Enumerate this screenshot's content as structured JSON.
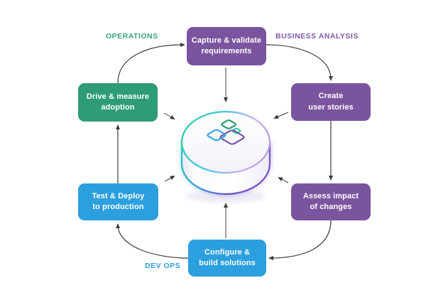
{
  "diagram": {
    "background": "#ffffff",
    "arrow_color": "#3C3C3C",
    "phase_labels": {
      "operations": {
        "text": "OPERATIONS",
        "color": "#36A482"
      },
      "business_analysis": {
        "text": "BUSINESS ANALYSIS",
        "color": "#7E5BA8"
      },
      "dev_ops": {
        "text": "DEV OPS",
        "color": "#2F9FE0"
      }
    },
    "nodes": {
      "capture": {
        "label": "Capture & validate\nrequirements",
        "color": "#7B549F"
      },
      "create": {
        "label": "Create\nuser stories",
        "color": "#7B549F"
      },
      "assess": {
        "label": "Assess impact\nof changes",
        "color": "#7B549F"
      },
      "configure": {
        "label": "Configure &\nbuild solutions",
        "color": "#2C9FDE"
      },
      "test": {
        "label": "Test & Deploy\nto production",
        "color": "#2C9FDE"
      },
      "drive": {
        "label": "Drive & measure\nadoption",
        "color": "#2E9C74"
      }
    },
    "flow_order": [
      "drive",
      "capture",
      "create",
      "assess",
      "configure",
      "test"
    ],
    "center_icon": {
      "description": "white cylinder with gradient rim and overlapping isometric squares",
      "colors": {
        "teal": "#2ED1AC",
        "blue": "#35A7E0",
        "purple": "#7B51A1",
        "green": "#2E9B72"
      }
    }
  }
}
